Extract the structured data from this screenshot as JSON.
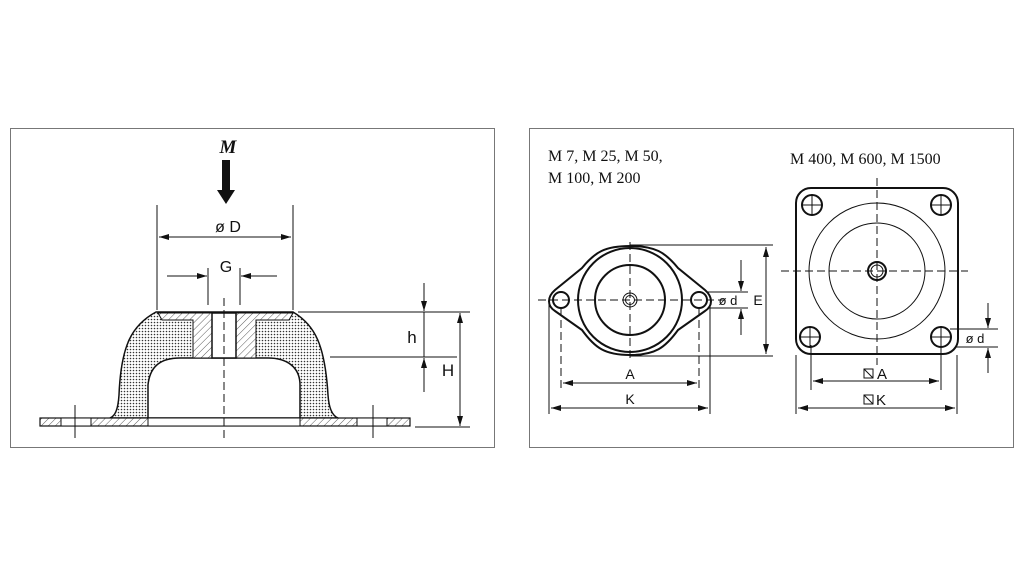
{
  "left_panel": {
    "load_label": "M",
    "dim_D": "ø D",
    "dim_G": "G",
    "dim_h": "h",
    "dim_H": "H"
  },
  "right_panel": {
    "oval_models_line1": "M 7, M 25, M 50,",
    "oval_models_line2": "M 100, M 200",
    "square_models": "M 400, M 600, M 1500",
    "oval_dims": {
      "A": "A",
      "K": "K",
      "E": "E",
      "d": "ø d"
    },
    "square_dims": {
      "A": "A",
      "K": "K",
      "d": "ø d"
    }
  }
}
